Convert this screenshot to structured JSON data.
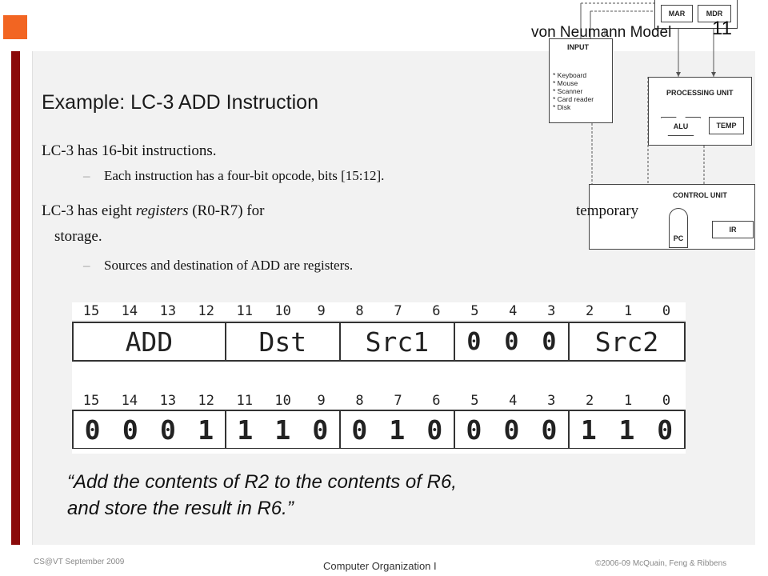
{
  "slide": {
    "title": "Example: LC-3 ADD Instruction",
    "slide_number": "11",
    "bullets": {
      "b1": "LC-3 has 16-bit instructions.",
      "b1a": "Each instruction has a four-bit opcode, bits [15:12].",
      "b2_pre": "LC-3 has eight ",
      "b2_em": "registers",
      "b2_post": " (R0-R7) for",
      "b2_right": "temporary",
      "b2_cont": "storage.",
      "b2a": "Sources and destination of ADD are registers.",
      "dash": "–"
    },
    "bit_numbers": [
      "15",
      "14",
      "13",
      "12",
      "11",
      "10",
      "9",
      "8",
      "7",
      "6",
      "5",
      "4",
      "3",
      "2",
      "1",
      "0"
    ],
    "format_fields": {
      "opcode": "ADD",
      "dst": "Dst",
      "src1": "Src1",
      "zeros": [
        "0",
        "0",
        "0"
      ],
      "src2": "Src2"
    },
    "example_bits": {
      "opcode": [
        "0",
        "0",
        "0",
        "1"
      ],
      "dst": [
        "1",
        "1",
        "0"
      ],
      "src1": [
        "0",
        "1",
        "0"
      ],
      "zeros": [
        "0",
        "0",
        "0"
      ],
      "src2": [
        "1",
        "1",
        "0"
      ]
    },
    "quote_line1": "“Add the contents of R2 to the contents of R6,",
    "quote_line2": "and store the result in R6.”"
  },
  "diagram": {
    "title": "von Neumann Model",
    "mar": "MAR",
    "mdr": "MDR",
    "input_label": "INPUT",
    "input_items": [
      "* Keyboard",
      "* Mouse",
      "* Scanner",
      "* Card reader",
      "* Disk"
    ],
    "processing_unit": "PROCESSING UNIT",
    "alu": "ALU",
    "temp": "TEMP",
    "control_unit": "CONTROL UNIT",
    "pc": "PC",
    "ir": "IR"
  },
  "footer": {
    "left": "CS@VT September 2009",
    "center": "Computer Organization I",
    "right": "©2006-09  McQuain, Feng & Ribbens"
  },
  "colors": {
    "accent_orange": "#f26522",
    "side_bar": "#8b0a0a",
    "panel": "#f2f2f2"
  }
}
